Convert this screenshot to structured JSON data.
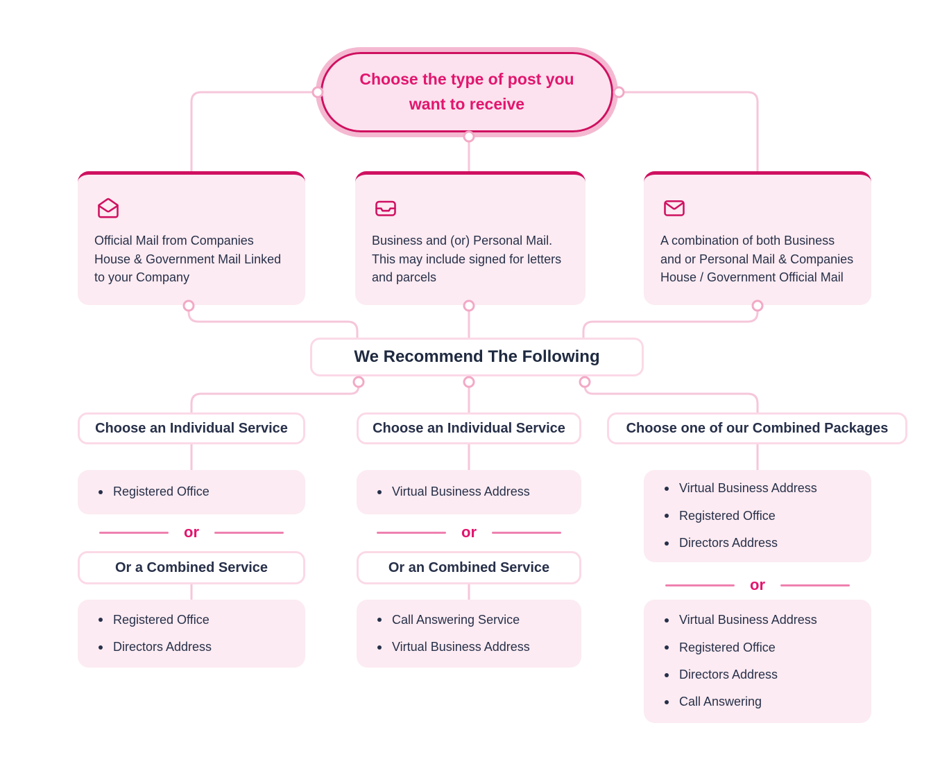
{
  "root": {
    "title": "Choose the type of post you want to receive"
  },
  "mail_types": [
    {
      "icon": "mail-open-icon",
      "text": "Official Mail from Companies House & Government Mail Linked to your Company"
    },
    {
      "icon": "inbox-icon",
      "text": "Business and (or) Personal Mail. This may include signed for letters and parcels"
    },
    {
      "icon": "mail-icon",
      "text": "A combination of both Business and or Personal Mail & Companies House / Government Official Mail"
    }
  ],
  "recommend": {
    "label": "We Recommend The Following"
  },
  "columns": [
    {
      "header": "Choose an Individual Service",
      "individual_services": [
        "Registered Office"
      ],
      "or_label": "or",
      "combined_header": "Or a Combined Service",
      "combined_services": [
        "Registered Office",
        "Directors Address"
      ]
    },
    {
      "header": "Choose an Individual Service",
      "individual_services": [
        "Virtual Business Address"
      ],
      "or_label": "or",
      "combined_header": "Or an Combined Service",
      "combined_services": [
        "Call Answering Service",
        "Virtual Business Address"
      ]
    },
    {
      "header": "Choose one of our Combined Packages",
      "package_services": [
        "Virtual Business Address",
        "Registered Office",
        "Directors Address"
      ],
      "or_label": "or",
      "package_services_alt": [
        "Virtual Business Address",
        "Registered Office",
        "Directors Address",
        "Call Answering"
      ]
    }
  ],
  "colors": {
    "accent": "#cf1060",
    "accent_text": "#e2156e",
    "text": "#273049",
    "card_fill": "#fcebf2",
    "connector": "#f6c6da"
  }
}
